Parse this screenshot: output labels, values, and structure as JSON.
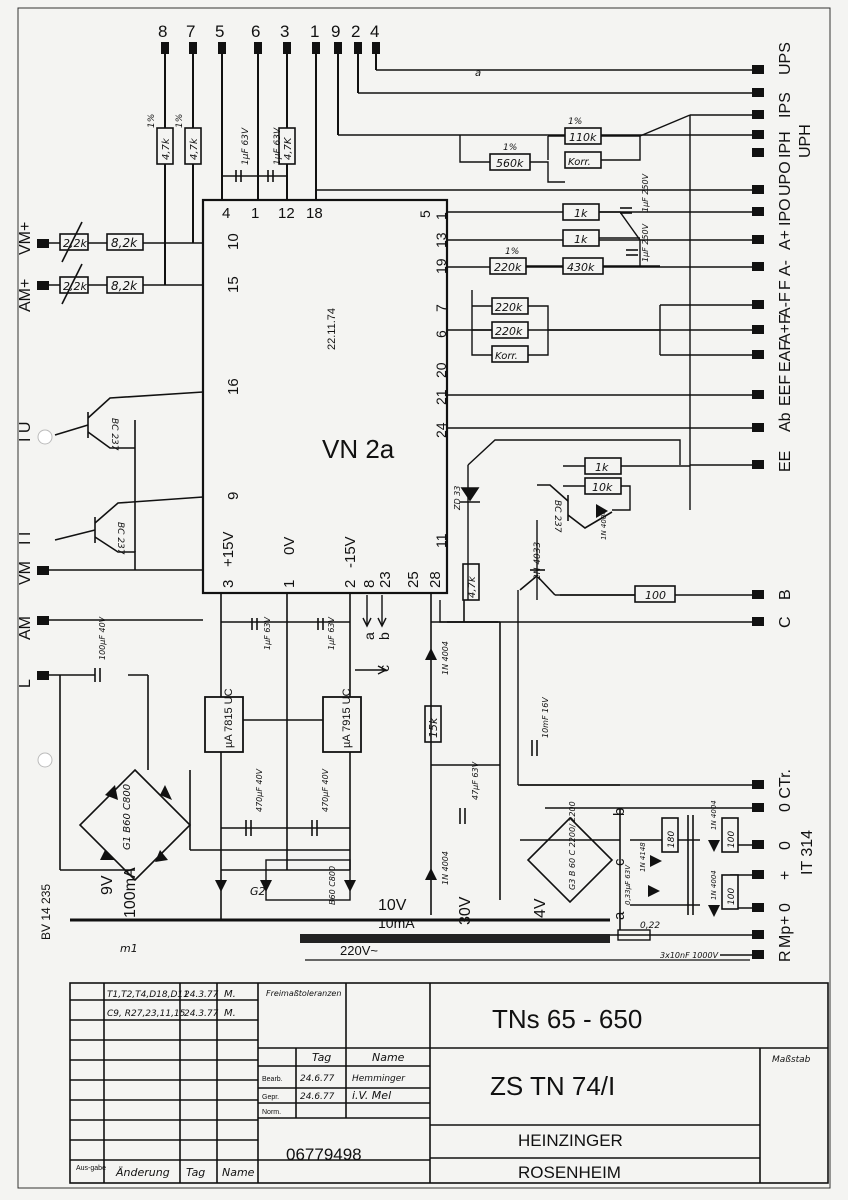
{
  "module": {
    "name": "VN 2a",
    "date": "22.11.74"
  },
  "module_pins": {
    "top": [
      "4",
      "1",
      "12",
      "18"
    ],
    "left": [
      "10",
      "15",
      "16",
      "9"
    ],
    "right": [
      "1",
      "5",
      "13",
      "19",
      "7",
      "6",
      "20",
      "21",
      "24",
      "11"
    ],
    "bottom": [
      "3",
      "+15V",
      "1",
      "0V",
      "2",
      "-15V",
      "8",
      "23",
      "25",
      "28"
    ]
  },
  "top_terminals": [
    "8",
    "7",
    "5",
    "6",
    "3",
    "1",
    "9",
    "2",
    "4"
  ],
  "left_terminals": [
    "AM+",
    "VM+",
    "I U",
    "I I",
    "VM",
    "AM",
    "L"
  ],
  "right_terminals": [
    "UPS",
    "IPS",
    "IPH",
    "UPH",
    "UPO",
    "IPO",
    "A+",
    "A-",
    "F",
    "A-F",
    "A+F",
    "EAF",
    "EEF",
    "Ab",
    "EE",
    "B",
    "C",
    "0 CTr.",
    "0",
    "+",
    "0",
    "+",
    "Mp",
    "R"
  ],
  "right_group_label": "IT 314",
  "components": {
    "r_2k2_a": "2,2k",
    "r_8k2_a": "8,2k",
    "r_2k2_b": "2,2k",
    "r_8k2_b": "8,2k",
    "r_4k7_a": "4,7k",
    "r_4k7_b": "4,7k",
    "r_4k7_c": "4,7K",
    "r_4k7_d": "4,7k",
    "r_560k": "560k",
    "r_110k": "110k",
    "r_korr_a": "Korr.",
    "r_1k_a": "1k",
    "r_1k_b": "1k",
    "r_220k_a": "220k",
    "r_430k": "430k",
    "r_220k_b": "220k",
    "r_220k_c": "220k",
    "r_korr_b": "Korr.",
    "r_1k_c": "1k",
    "r_10k": "10k",
    "r_100": "100",
    "r_15k": "15k",
    "r_180": "180",
    "r_100a": "100",
    "r_100b": "100",
    "pct_1a": "1%",
    "pct_1b": "1%",
    "pct_1c": "1%",
    "pct_1d": "1%",
    "pct_1e": "1%",
    "tr_bc_a": "BC 237",
    "tr_bc_b": "BC 237",
    "tr_bc_c": "BC 237",
    "tr_2n": "2N 4033",
    "reg_pos": "µA 7815 UC",
    "reg_neg": "µA 7915 UC",
    "bridge_g1": "G1 B60 C800",
    "bridge_g2": "G2",
    "bridge_g2b": "B60 C800",
    "bridge_g3": "G3 B 60 C 2200/ 2200",
    "cap_100u": "100µF 40V",
    "cap_470u_a": "470µF 40V",
    "cap_470u_b": "470µF 40V",
    "cap_47u": "47µF 63V",
    "cap_10m": "10mF 16V",
    "cap_1u_a": "1µF 63V",
    "cap_1u_b": "1µF 63V",
    "cap_1u_c": "1µF 63V",
    "cap_1u_d": "1µF 63V",
    "cap_1u_e": "1µF 250V",
    "cap_1u_f": "1µF 250V",
    "d_1n4004_a": "1N 4004",
    "d_1n4004_b": "1N 4004",
    "d_1n4004_c": "1N 4004",
    "d_1n4148": "1N 4148",
    "zd_33": "ZD 33",
    "zd_a": "1N 4004",
    "zd_b": "1N 4004",
    "r_022": "0,22",
    "c_3x10n": "3x10nF 1000V",
    "c_033": "0,33µF 63V"
  },
  "supply_labels": {
    "s9v": "9V",
    "s100ma": "100mA",
    "s10v": "10V",
    "s10ma": "10mA",
    "s30v": "30V",
    "s4v": "4V",
    "mains": "220V~",
    "bv": "BV 14 235",
    "m1": "m1",
    "int_a": "a",
    "int_b": "b",
    "int_c": "c",
    "node_b": "b",
    "node_c": "c",
    "node_a": "a"
  },
  "title_block": {
    "tolerance_header": "Freimaßtoleranzen",
    "rev_1": "T1,T2,T4,D18,D11",
    "rev_1_date": "24.3.77",
    "rev_1_sig": "M.",
    "rev_2": "C9, R27,23,11,15",
    "rev_2_date": "24.3.77",
    "rev_2_sig": "M.",
    "col_tag": "Tag",
    "col_name": "Name",
    "row_bearb": "Bearb.",
    "row_gepr": "Gepr.",
    "row_norm": "Norm.",
    "bearb_date": "24.6.77",
    "bearb_name": "Hemminger",
    "gepr_date": "24.6.77",
    "gepr_name": "i.V. Mel",
    "footer_ausgabe": "Aus-gabe",
    "footer_aenderung": "Änderung",
    "footer_tag": "Tag",
    "footer_name": "Name",
    "doc_number": "06779498",
    "title_1": "TNs 65 - 650",
    "title_2": "ZS TN 74/I",
    "company_1": "HEINZINGER",
    "company_2": "ROSENHEIM",
    "massstab": "Maßstab"
  }
}
